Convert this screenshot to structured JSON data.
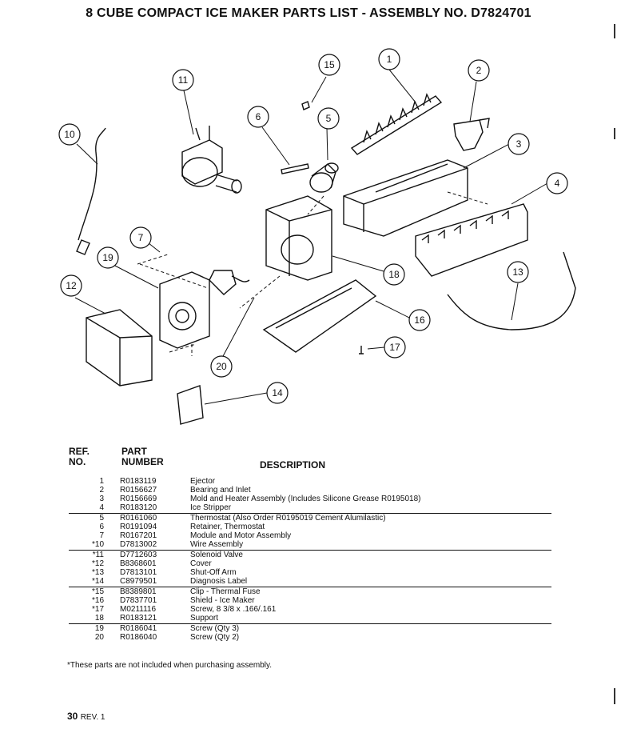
{
  "title": "8 CUBE COMPACT ICE MAKER PARTS LIST  -  ASSEMBLY NO. D7824701",
  "callouts": [
    "1",
    "2",
    "3",
    "4",
    "5",
    "6",
    "7",
    "10",
    "11",
    "12",
    "13",
    "14",
    "15",
    "16",
    "17",
    "18",
    "19",
    "20"
  ],
  "table": {
    "header_ref": "REF.\nNO.",
    "header_part": "PART\nNUMBER",
    "header_desc": "DESCRIPTION",
    "rows": [
      {
        "ref": "1",
        "part": "R0183119",
        "desc": "Ejector"
      },
      {
        "ref": "2",
        "part": "R0156627",
        "desc": "Bearing and Inlet"
      },
      {
        "ref": "3",
        "part": "R0156669",
        "desc": "Mold and Heater Assembly (Includes Silicone Grease R0195018)"
      },
      {
        "ref": "4",
        "part": "R0183120",
        "desc": "Ice Stripper"
      },
      {
        "ref": "5",
        "part": "R0161060",
        "desc": "Thermostat (Also Order R0195019 Cement Alumilastic)"
      },
      {
        "ref": "6",
        "part": "R0191094",
        "desc": "Retainer, Thermostat"
      },
      {
        "ref": "7",
        "part": "R0167201",
        "desc": "Module and Motor Assembly"
      },
      {
        "ref": "*10",
        "part": "D7813002",
        "desc": "Wire Assembly"
      },
      {
        "ref": "*11",
        "part": "D7712603",
        "desc": "Solenoid Valve"
      },
      {
        "ref": "*12",
        "part": "B8368601",
        "desc": "Cover"
      },
      {
        "ref": "*13",
        "part": "D7813101",
        "desc": "Shut-Off Arm"
      },
      {
        "ref": "*14",
        "part": "C8979501",
        "desc": "Diagnosis Label"
      },
      {
        "ref": "*15",
        "part": "B8389801",
        "desc": "Clip - Thermal Fuse"
      },
      {
        "ref": "*16",
        "part": "D7837701",
        "desc": "Shield - Ice Maker"
      },
      {
        "ref": "*17",
        "part": "M0211116",
        "desc": "Screw, 8 3/8 x .166/.161"
      },
      {
        "ref": "18",
        "part": "R0183121",
        "desc": "Support"
      },
      {
        "ref": "19",
        "part": "R0186041",
        "desc": "Screw (Qty 3)"
      },
      {
        "ref": "20",
        "part": "R0186040",
        "desc": "Screw (Qty 2)"
      }
    ]
  },
  "footnote": "*These parts are not included when purchasing assembly.",
  "page": {
    "number": "30",
    "rev": "REV. 1"
  }
}
